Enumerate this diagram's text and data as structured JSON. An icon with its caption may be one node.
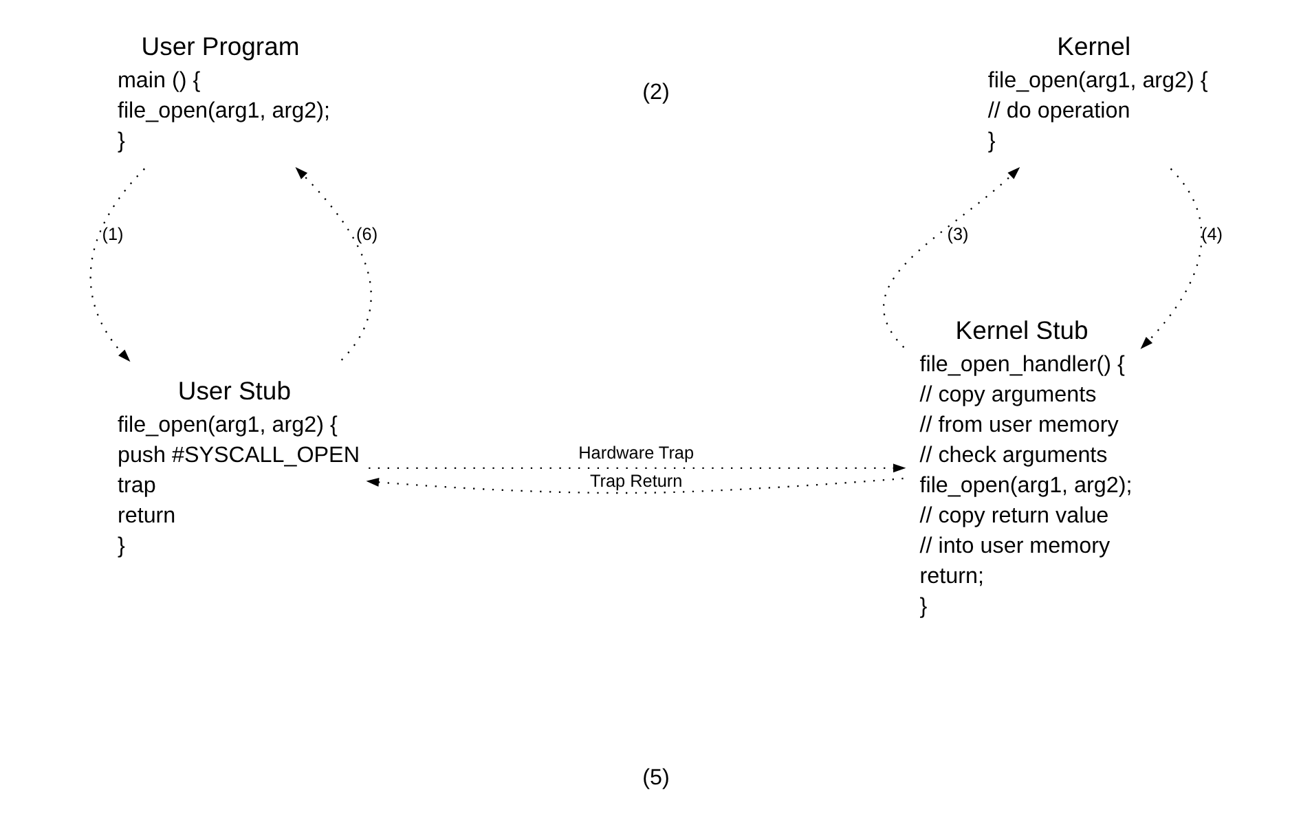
{
  "diagram": {
    "nodes": [
      {
        "text": [
          "User Program",
          "main () {",
          "file_open(arg1, arg2);",
          "}"
        ]
      },
      {
        "text": [
          "Kernel",
          "file_open(arg1, arg2) {",
          "// do operation",
          "}"
        ]
      },
      {
        "text": [
          "User Stub",
          "file_open(arg1, arg2) {",
          "push #SYSCALL_OPEN",
          "trap",
          "return",
          "}"
        ]
      },
      {
        "text": [
          "Kernel Stub",
          "file_open_handler() {",
          "// copy arguments",
          "// from user memory",
          "// check arguments",
          "file_open(arg1, arg2);",
          "// copy return value",
          "// into user memory",
          "return;",
          "}"
        ]
      }
    ],
    "edges": [
      {
        "from": 0,
        "to": 2,
        "arrow": "to",
        "label": "(1)"
      },
      {
        "from": 2,
        "to": 0,
        "arrow": "to",
        "label": "(6)"
      },
      {
        "from": 2,
        "to": 3,
        "arrow": "to",
        "label": "Hardware Trap"
      },
      {
        "from": 3,
        "to": 2,
        "arrow": "to",
        "label": "Trap Return"
      },
      {
        "from": 3,
        "to": 1,
        "arrow": "to",
        "label": "(3)"
      },
      {
        "from": 1,
        "to": 3,
        "arrow": "to",
        "label": "(4)"
      }
    ],
    "labels": [
      "(2)",
      "(5)"
    ]
  }
}
